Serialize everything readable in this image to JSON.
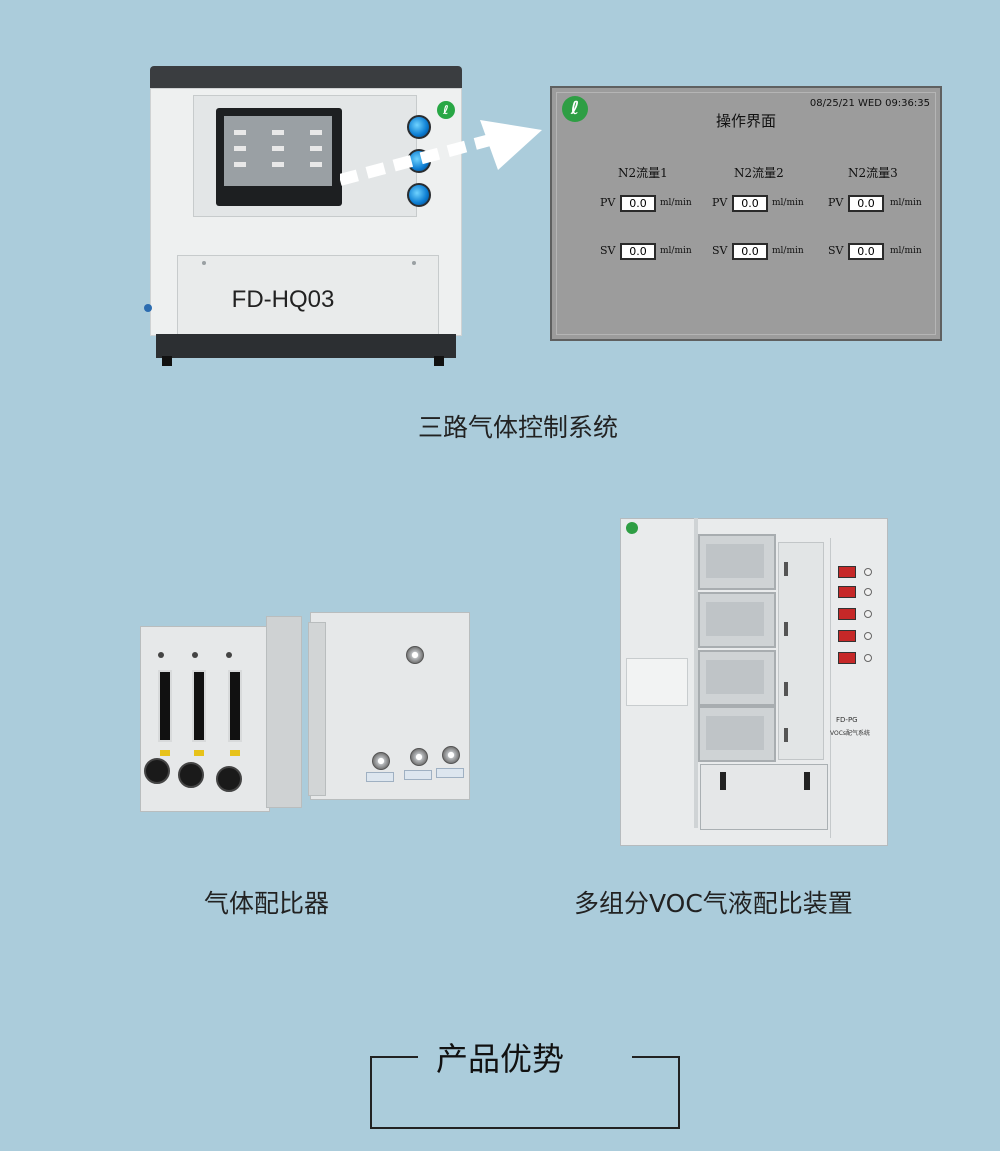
{
  "device_model": "FD-HQ03",
  "hmi": {
    "title": "操作界面",
    "datetime": "08/25/21 WED 09:36:35",
    "unit": "ml/min",
    "pv_label": "PV",
    "sv_label": "SV",
    "channels": [
      {
        "name": "N2流量1",
        "pv": "0.0",
        "sv": "0.0"
      },
      {
        "name": "N2流量2",
        "pv": "0.0",
        "sv": "0.0"
      },
      {
        "name": "N2流量3",
        "pv": "0.0",
        "sv": "0.0"
      }
    ]
  },
  "cabinet_label": "FD-PG",
  "cabinet_sublabel": "VOCs配气系统",
  "captions": {
    "device1": "三路气体控制系统",
    "mixer": "气体配比器",
    "cabinet": "多组分VOC气液配比装置"
  },
  "section_title": "产品优势",
  "colors": {
    "background": "#abccdb",
    "hmi_panel": "#9c9c9c",
    "logo_green": "#2e9e44",
    "knob_blue": "#0a7bd1"
  }
}
